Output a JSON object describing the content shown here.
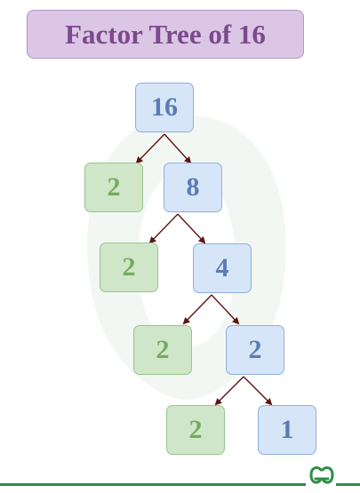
{
  "title": "Factor Tree of 16",
  "nodes": {
    "n16": "16",
    "n2a": "2",
    "n8": "8",
    "n2b": "2",
    "n4": "4",
    "n2c": "2",
    "n2d": "2",
    "n2e": "2",
    "n1": "1"
  },
  "colors": {
    "composite_fill": "#d6e5f8",
    "prime_fill": "#cfe6c8",
    "title_fill": "#dcc6e6",
    "arrow": "#5e1414",
    "brand_green": "#2f8d46"
  },
  "icons": {
    "footer_logo": "gfg-logo-icon",
    "watermark": "gfg-watermark-icon"
  }
}
